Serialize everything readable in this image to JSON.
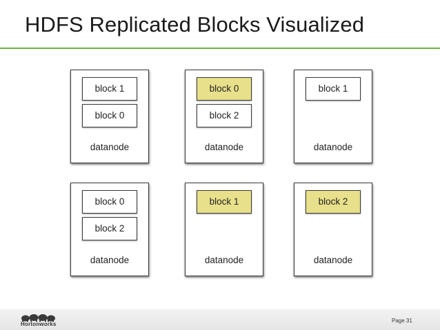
{
  "slide": {
    "title": "HDFS Replicated Blocks Visualized",
    "page_label": "Page 31",
    "brand": "Hortonworks",
    "accent_color": "#6db33f",
    "primary_block_color": "#e8e08a"
  },
  "nodes": [
    {
      "label": "datanode",
      "blocks": [
        {
          "label": "block 1",
          "primary": false
        },
        {
          "label": "block 0",
          "primary": false
        }
      ]
    },
    {
      "label": "datanode",
      "blocks": [
        {
          "label": "block 0",
          "primary": true
        },
        {
          "label": "block 2",
          "primary": false
        }
      ]
    },
    {
      "label": "datanode",
      "blocks": [
        {
          "label": "block 1",
          "primary": false
        }
      ]
    },
    {
      "label": "datanode",
      "blocks": [
        {
          "label": "block 0",
          "primary": false
        },
        {
          "label": "block 2",
          "primary": false
        }
      ]
    },
    {
      "label": "datanode",
      "blocks": [
        {
          "label": "block 1",
          "primary": true
        }
      ]
    },
    {
      "label": "datanode",
      "blocks": [
        {
          "label": "block 2",
          "primary": true
        }
      ]
    }
  ]
}
